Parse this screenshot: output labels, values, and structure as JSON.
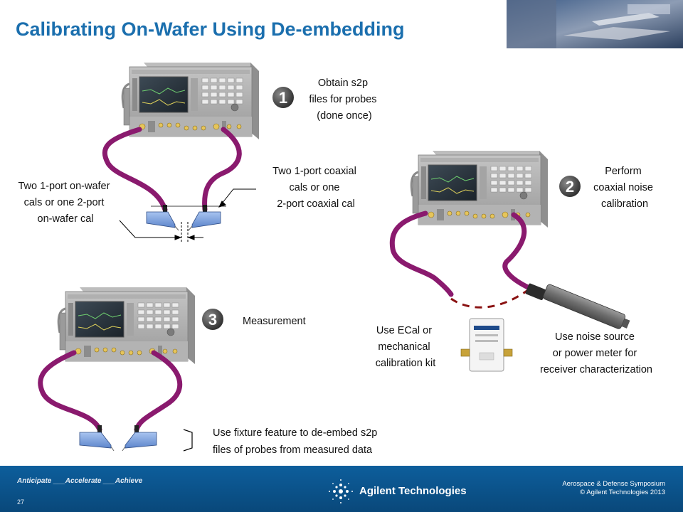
{
  "header": {
    "title": "Calibrating On-Wafer Using De-embedding"
  },
  "steps": [
    {
      "number": "1",
      "text_lines": [
        "Obtain s2p",
        "files for probes",
        "(done once)"
      ]
    },
    {
      "number": "2",
      "text_lines": [
        "Perform",
        "coaxial noise",
        "calibration"
      ]
    },
    {
      "number": "3",
      "text_lines": [
        "Measurement"
      ]
    }
  ],
  "annotations": {
    "onwafer_lines": [
      "Two 1-port on-wafer",
      "cals or one 2-port",
      "on-wafer cal"
    ],
    "coaxial_lines": [
      "Two 1-port coaxial",
      "cals or one",
      "2-port coaxial cal"
    ],
    "ecal_lines": [
      "Use ECal or",
      "mechanical",
      "calibration kit"
    ],
    "noise_lines": [
      "Use noise source",
      "or power meter for",
      "receiver characterization"
    ],
    "fixture_lines": [
      "Use fixture feature to de-embed s2p",
      "files of probes from measured data"
    ]
  },
  "footer": {
    "tagline": "Anticipate ___Accelerate ___Achieve",
    "slide_number": "27",
    "brand": "Agilent Technologies",
    "symposium": "Aerospace & Defense Symposium",
    "copyright": "© Agilent Technologies 2013"
  },
  "colors": {
    "title": "#1b6fae",
    "cable": "#8a1a6e",
    "step_badge": "#4a4a4a",
    "footer": "#0d5e9c",
    "probe": "#7aa3e0"
  }
}
